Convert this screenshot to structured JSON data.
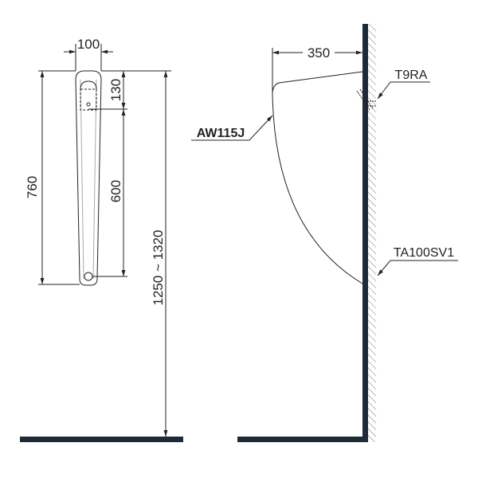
{
  "front_view": {
    "width_dim": "100",
    "height_dim": "760",
    "top_to_outlet_dim": "130",
    "outlet_to_drain_dim": "600",
    "mount_height_dim": "1250 ~ 1320"
  },
  "side_view": {
    "depth_dim": "350",
    "urinal_label": "AW115J",
    "valve_label": "T9RA",
    "trap_label": "TA100SV1"
  },
  "colors": {
    "line": "#222222",
    "wall": "#1e2a35"
  }
}
